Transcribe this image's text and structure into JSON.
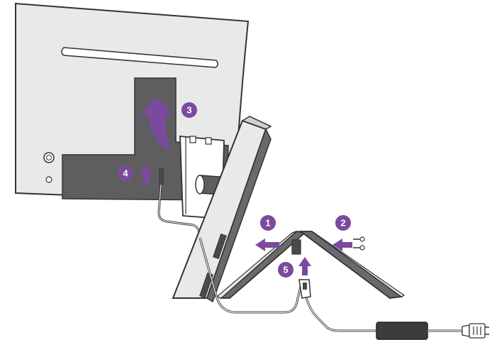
{
  "steps": [
    {
      "number": "1",
      "action": "slide-left"
    },
    {
      "number": "2",
      "action": "push-left-screws"
    },
    {
      "number": "3",
      "action": "lift-up-curved"
    },
    {
      "number": "4",
      "action": "plug-up"
    },
    {
      "number": "5",
      "action": "plug-up"
    }
  ],
  "colors": {
    "accent": "#7b4a9e",
    "monitor_back": "#e9e9ea",
    "monitor_panel": "#5e5e61",
    "outline": "#333333",
    "stand_dark": "#6a6a6d",
    "adapter": "#3c3c3e"
  },
  "icons": [
    "screw-icon",
    "power-plug-icon",
    "power-adapter-icon"
  ]
}
